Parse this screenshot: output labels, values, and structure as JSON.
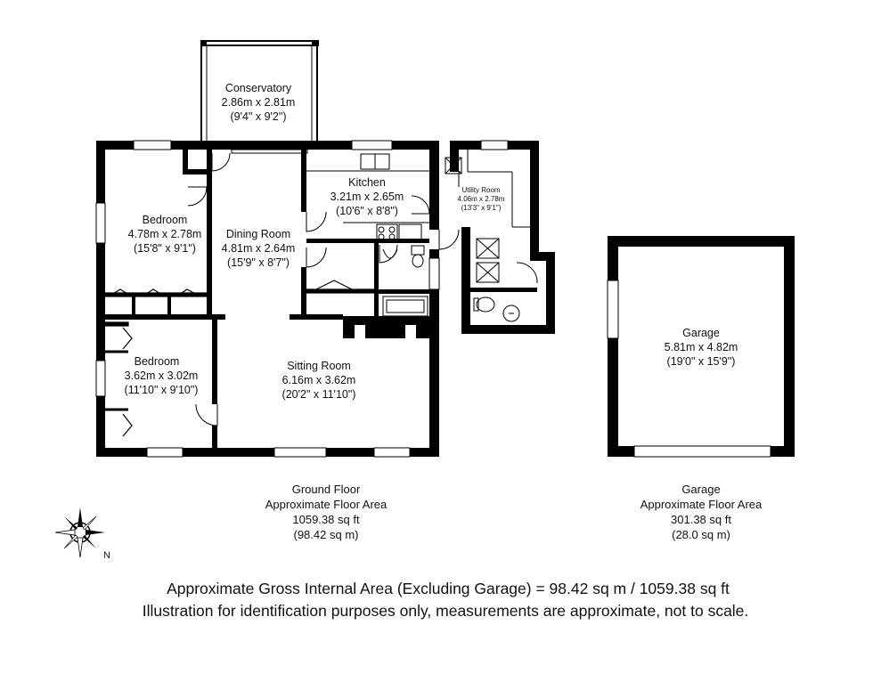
{
  "rooms": {
    "conservatory": {
      "name": "Conservatory",
      "metric": "2.86m x 2.81m",
      "imperial": "(9'4\" x 9'2\")"
    },
    "bedroom1": {
      "name": "Bedroom",
      "metric": "4.78m x 2.78m",
      "imperial": "(15'8\" x 9'1\")"
    },
    "dining": {
      "name": "Dining Room",
      "metric": "4.81m x 2.64m",
      "imperial": "(15'9\" x 8'7\")"
    },
    "kitchen": {
      "name": "Kitchen",
      "metric": "3.21m x 2.65m",
      "imperial": "(10'6\" x 8'8\")"
    },
    "utility": {
      "name": "Utility Room",
      "metric": "4.06m x 2.78m",
      "imperial": "(13'3\" x 9'1\")"
    },
    "bedroom2": {
      "name": "Bedroom",
      "metric": "3.62m x 3.02m",
      "imperial": "(11'10\" x 9'10\")"
    },
    "sitting": {
      "name": "Sitting Room",
      "metric": "6.16m x 3.62m",
      "imperial": "(20'2\" x 11'10\")"
    },
    "garage": {
      "name": "Garage",
      "metric": "5.81m x 4.82m",
      "imperial": "(19'0\" x 15'9\")"
    }
  },
  "floors": {
    "ground": {
      "title": "Ground Floor",
      "subtitle": "Approximate Floor Area",
      "sqft": "1059.38 sq ft",
      "sqm": "(98.42 sq m)"
    },
    "garage": {
      "title": "Garage",
      "subtitle": "Approximate Floor Area",
      "sqft": "301.38 sq ft",
      "sqm": "(28.0 sq m)"
    }
  },
  "compass": {
    "label": "N",
    "icon": "compass-rose-icon"
  },
  "footer": {
    "line1": "Approximate Gross Internal Area (Excluding Garage) = 98.42 sq m / 1059.38 sq ft",
    "line2": "Illustration for identification purposes only, measurements are approximate, not to scale."
  },
  "colors": {
    "wall": "#000000",
    "background": "#ffffff",
    "window": "#ffffff"
  }
}
